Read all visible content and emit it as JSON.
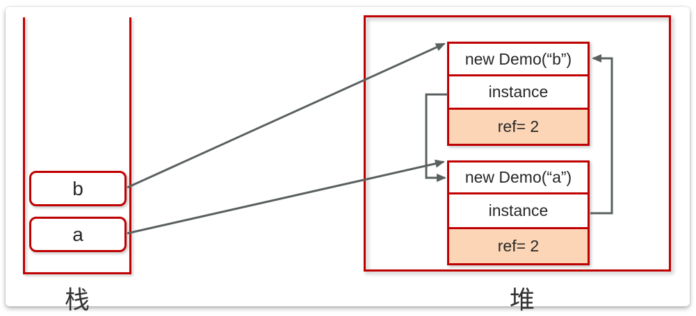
{
  "stack": {
    "label": "栈",
    "items": [
      {
        "name": "b"
      },
      {
        "name": "a"
      }
    ]
  },
  "heap": {
    "label": "堆",
    "objects": [
      {
        "title": "new Demo(“b”)",
        "field": "instance",
        "ref": "ref= 2"
      },
      {
        "title": "new Demo(“a”)",
        "field": "instance",
        "ref": "ref= 2"
      }
    ]
  },
  "arrows": [
    {
      "from": "stack-var-b",
      "to": "heap-object-demo-b"
    },
    {
      "from": "stack-var-a",
      "to": "heap-object-demo-a"
    },
    {
      "from": "heap-object-demo-b-instance",
      "to": "heap-object-demo-a"
    },
    {
      "from": "heap-object-demo-a-instance",
      "to": "heap-object-demo-b"
    }
  ],
  "colors": {
    "frame_red": "#c00000",
    "ref_row_fill": "#fbd5b5",
    "arrow_gray": "#5a6060",
    "text_dark": "#262626"
  }
}
